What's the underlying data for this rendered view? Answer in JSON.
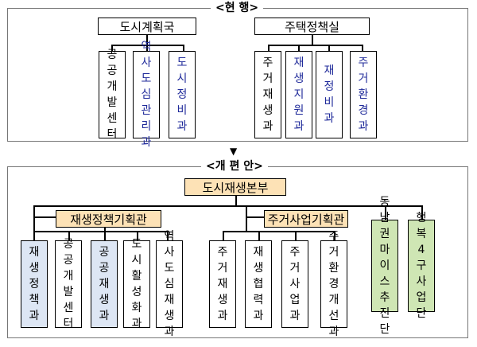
{
  "current": {
    "header": "<현 행>",
    "dept1": {
      "name": "도시계획국",
      "children": [
        {
          "name": "공공개발센터",
          "color": "black"
        },
        {
          "name": "역사도심관리과",
          "color": "blue"
        },
        {
          "name": "도시정비과",
          "color": "blue"
        }
      ]
    },
    "dept2": {
      "name": "주택정책실",
      "children": [
        {
          "name": "주거재생과",
          "color": "black"
        },
        {
          "name": "재생지원과",
          "color": "blue"
        },
        {
          "name": "재정비과",
          "color": "blue"
        },
        {
          "name": "주거환경과",
          "color": "blue"
        }
      ]
    }
  },
  "proposal": {
    "header": "<개 편 안>",
    "top": "도시재생본부",
    "office1": {
      "name": "재생정책기획관",
      "children": [
        {
          "name": "재생정책과",
          "fill": "lightblue"
        },
        {
          "name": "공공개발센터",
          "fill": "white"
        },
        {
          "name": "공공재생과",
          "fill": "lightblue"
        },
        {
          "name": "도시활성화과",
          "fill": "white"
        },
        {
          "name": "역사도심재생과",
          "fill": "white"
        }
      ]
    },
    "office2": {
      "name": "주거사업기획관",
      "children": [
        {
          "name": "주거재생과"
        },
        {
          "name": "재생협력과"
        },
        {
          "name": "주거사업과"
        },
        {
          "name": "주거환경개선과"
        }
      ]
    },
    "direct": [
      {
        "name": "동남권마이스추진단"
      },
      {
        "name": "행복4구사업단"
      }
    ]
  },
  "arrow_symbol": "▼"
}
